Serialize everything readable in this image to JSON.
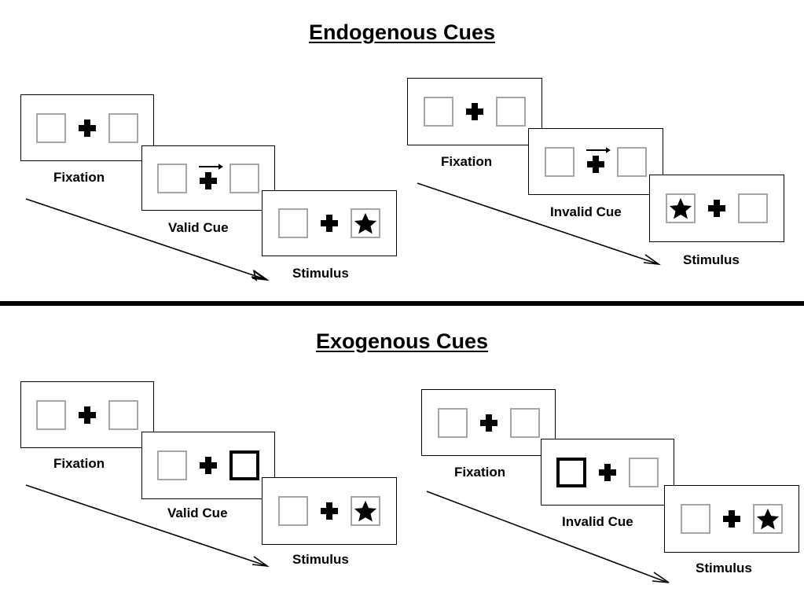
{
  "figure": {
    "title_endogenous": "Endogenous Cues",
    "title_exogenous": "Exogenous Cues",
    "colors": {
      "panel_border": "#000000",
      "box_border": "#a6a6a6",
      "cued_box_border": "#000000",
      "fixation_cross": "#000000",
      "star": "#000000",
      "divider": "#000000",
      "background": "#ffffff"
    }
  },
  "sections": [
    {
      "id": "endogenous",
      "title": "Endogenous Cues",
      "sequences": [
        {
          "id": "endogenous-valid",
          "cue_type": "arrow",
          "validity": "valid",
          "panels": [
            {
              "caption": "Fixation",
              "left_box": "empty",
              "right_box": "empty",
              "arrow": "none"
            },
            {
              "caption": "Valid Cue",
              "left_box": "empty",
              "right_box": "empty",
              "arrow": "right"
            },
            {
              "caption": "Stimulus",
              "left_box": "empty",
              "right_box": "star",
              "arrow": "none"
            }
          ]
        },
        {
          "id": "endogenous-invalid",
          "cue_type": "arrow",
          "validity": "invalid",
          "panels": [
            {
              "caption": "Fixation",
              "left_box": "empty",
              "right_box": "empty",
              "arrow": "none"
            },
            {
              "caption": "Invalid Cue",
              "left_box": "empty",
              "right_box": "empty",
              "arrow": "right"
            },
            {
              "caption": "Stimulus",
              "left_box": "star",
              "right_box": "empty",
              "arrow": "none"
            }
          ]
        }
      ]
    },
    {
      "id": "exogenous",
      "title": "Exogenous Cues",
      "sequences": [
        {
          "id": "exogenous-valid",
          "cue_type": "box-flash",
          "validity": "valid",
          "panels": [
            {
              "caption": "Fixation",
              "left_box": "empty",
              "right_box": "empty",
              "arrow": "none"
            },
            {
              "caption": "Valid Cue",
              "left_box": "empty",
              "right_box": "cued",
              "arrow": "none"
            },
            {
              "caption": "Stimulus",
              "left_box": "empty",
              "right_box": "star",
              "arrow": "none"
            }
          ]
        },
        {
          "id": "exogenous-invalid",
          "cue_type": "box-flash",
          "validity": "invalid",
          "panels": [
            {
              "caption": "Fixation",
              "left_box": "empty",
              "right_box": "empty",
              "arrow": "none"
            },
            {
              "caption": "Invalid Cue",
              "left_box": "cued",
              "right_box": "empty",
              "arrow": "none"
            },
            {
              "caption": "Stimulus",
              "left_box": "empty",
              "right_box": "star",
              "arrow": "none"
            }
          ]
        }
      ]
    }
  ]
}
